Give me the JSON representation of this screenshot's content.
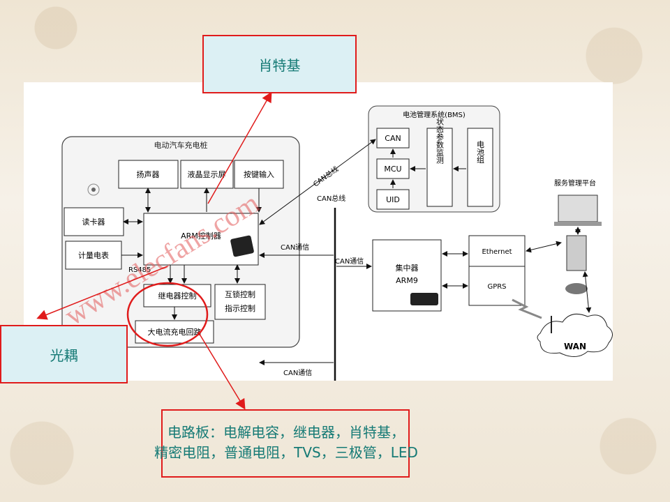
{
  "callouts": {
    "top": "肖特基",
    "left": "光耦",
    "bottom_line1": "电路板：电解电容，继电器，肖特基，",
    "bottom_line2": "精密电阻，普通电阻，TVS，三极管，LED"
  },
  "diagram": {
    "charger_title": "电动汽车充电桩",
    "speaker": "扬声器",
    "lcd": "液晶显示屏",
    "keys": "按键输入",
    "card_reader": "读卡器",
    "meter": "计量电表",
    "rs485": "RS485",
    "arm": "ARM控制器",
    "relay_ctrl": "继电器控制",
    "lock_ctrl_1": "互锁控制",
    "lock_ctrl_2": "指示控制",
    "dc_loop": "大电流充电回路",
    "bms_title": "电池管理系统(BMS)",
    "can": "CAN",
    "mcu": "MCU",
    "uid": "UID",
    "status_monitor": "状态参数监测",
    "battery": "电池组",
    "can_bus_1": "CAN总线",
    "can_bus_2": "CAN总线",
    "can_comm_1": "CAN通信",
    "can_comm_2": "CAN通信",
    "can_comm_3": "CAN通信",
    "concentrator_1": "集中器",
    "concentrator_2": "ARM9",
    "ethernet": "Ethernet",
    "gprs": "GPRS",
    "service_platform": "服务管理平台",
    "wan": "WAN",
    "watermark": "www.elecfans.com"
  }
}
